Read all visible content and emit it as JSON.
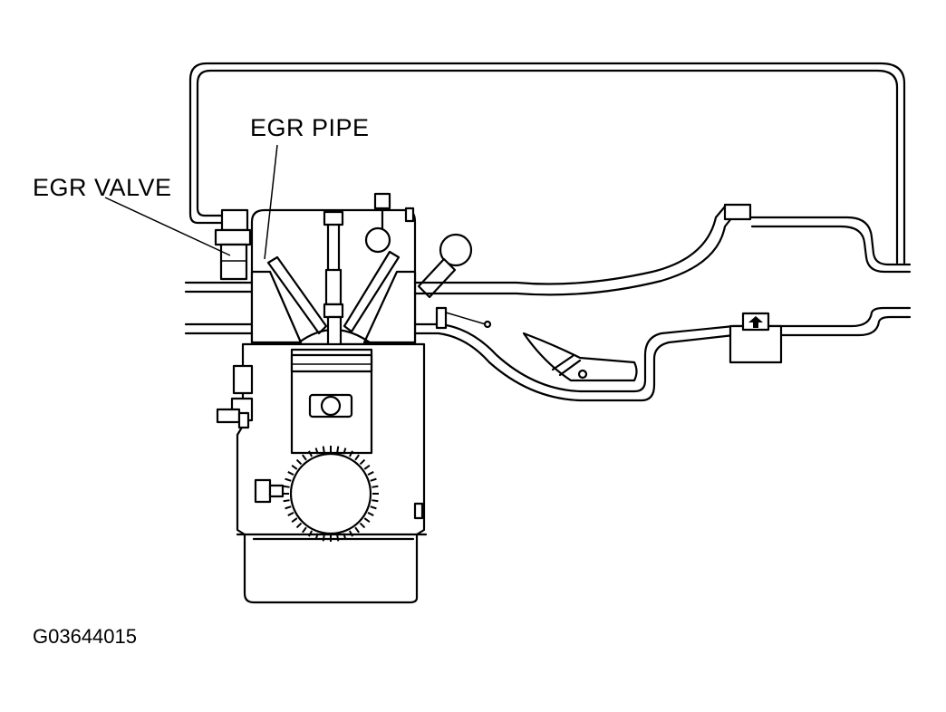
{
  "labels": {
    "egr_pipe": "EGR PIPE",
    "egr_valve": "EGR VALVE"
  },
  "figure_id": "G03644015"
}
